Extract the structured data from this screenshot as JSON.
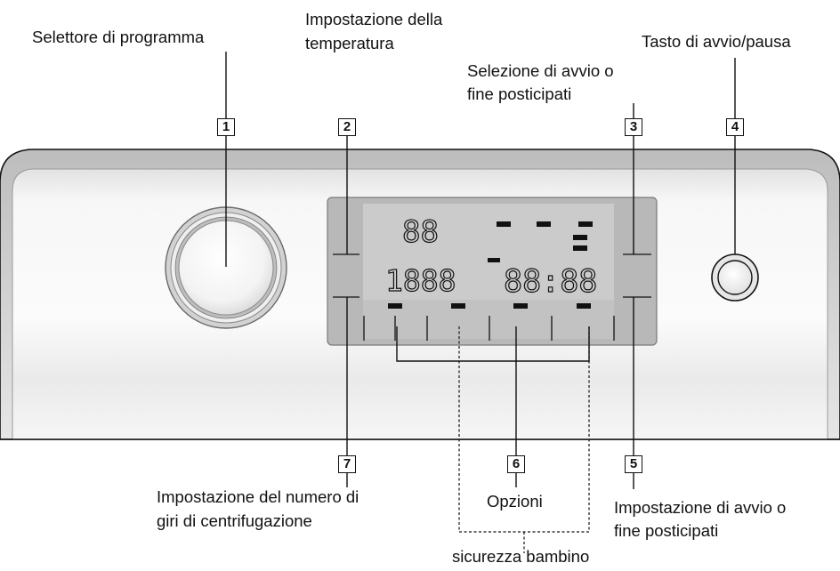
{
  "callouts": {
    "c1": {
      "number": "1",
      "label": "Selettore di programma"
    },
    "c2": {
      "number": "2",
      "label_line1": "Impostazione della",
      "label_line2": "temperatura"
    },
    "c3": {
      "number": "3",
      "label_line1": "Selezione di avvio o",
      "label_line2": "fine posticipati"
    },
    "c4": {
      "number": "4",
      "label": "Tasto di avvio/pausa"
    },
    "c5": {
      "number": "5",
      "label_line1": "Impostazione di avvio o",
      "label_line2": "fine posticipati"
    },
    "c6": {
      "number": "6",
      "label": "Opzioni"
    },
    "c7": {
      "number": "7",
      "label_line1": "Impostazione del numero di",
      "label_line2": "giri di centrifugazione"
    },
    "child_lock": {
      "label": "sicurezza bambino"
    }
  },
  "display": {
    "temperature_digits": "88",
    "spin_digits": "1888",
    "time_digits": "88:88"
  },
  "colors": {
    "panel_face": "#f4f4f4",
    "lcd_background": "#c4c4c4",
    "lcd_segment": "#111111",
    "line": "#111111"
  }
}
